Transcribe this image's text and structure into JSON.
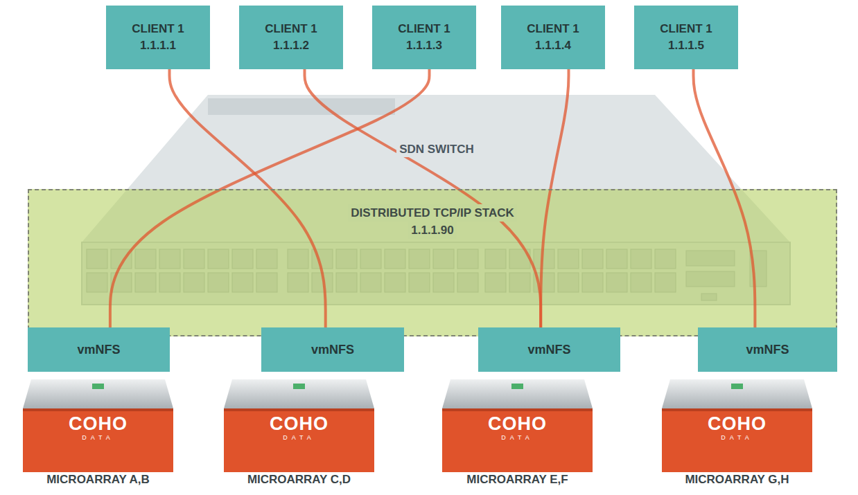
{
  "diagram": {
    "nodes": [
      {
        "text": [
          "CLIENT 1",
          "1.1.1.1"
        ]
      },
      {
        "text": [
          "CLIENT 1",
          "1.1.1.2"
        ]
      },
      {
        "text": [
          "CLIENT 1",
          "1.1.1.3"
        ]
      },
      {
        "text": [
          "CLIENT 1",
          "1.1.1.4"
        ]
      },
      {
        "text": [
          "CLIENT 1",
          "1.1.1.5"
        ]
      },
      {
        "text": [
          "SDN SWITCH"
        ]
      },
      {
        "text": [
          "DISTRIBUTED TCP/IP STACK",
          "1.1.1.90"
        ]
      },
      {
        "text": [
          "vmNFS"
        ]
      },
      {
        "text": [
          "vmNFS"
        ]
      },
      {
        "text": [
          "vmNFS"
        ]
      },
      {
        "text": [
          "vmNFS"
        ]
      },
      {
        "text": [
          "COHO",
          "DATA",
          "MICROARRAY A,B"
        ]
      },
      {
        "text": [
          "COHO",
          "DATA",
          "MICROARRAY C,D"
        ]
      },
      {
        "text": [
          "COHO",
          "DATA",
          "MICROARRAY E,F"
        ]
      },
      {
        "text": [
          "COHO",
          "DATA",
          "MICROARRAY G,H"
        ]
      }
    ],
    "edges": [
      {
        "from": 0,
        "to": 8,
        "arrow": "none"
      },
      {
        "from": 1,
        "to": 9,
        "arrow": "none"
      },
      {
        "from": 2,
        "to": 7,
        "arrow": "none"
      },
      {
        "from": 3,
        "to": 9,
        "arrow": "none"
      },
      {
        "from": 4,
        "to": 10,
        "arrow": "none"
      }
    ]
  }
}
